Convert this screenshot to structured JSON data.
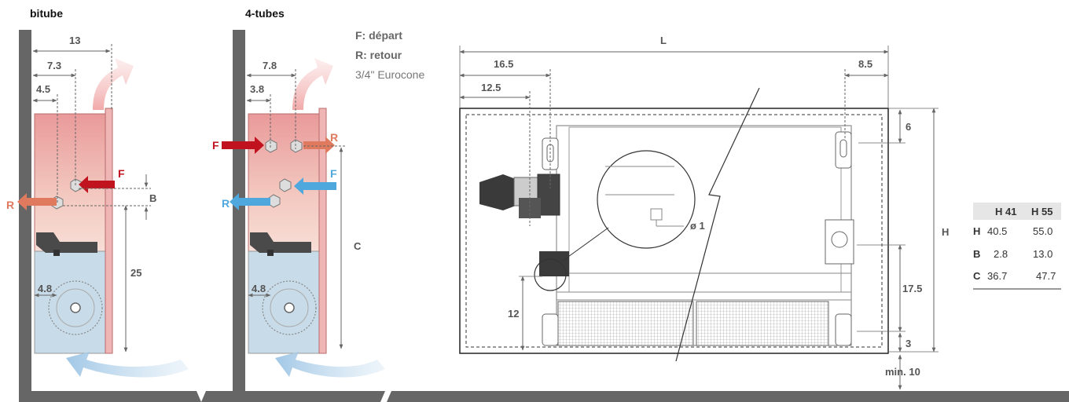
{
  "titles": {
    "bitube": "bitube",
    "four_tubes": "4-tubes"
  },
  "legend": {
    "f": "F: départ",
    "r": "R: retour",
    "conn": "3/4\" Eurocone"
  },
  "bitube": {
    "d13": "13",
    "d73": "7.3",
    "d45": "4.5",
    "B": "B",
    "d25": "25",
    "d48": "4.8",
    "F": "F",
    "R": "R"
  },
  "four": {
    "d78": "7.8",
    "d38": "3.8",
    "C": "C",
    "d48": "4.8",
    "F1": "F",
    "R1": "R",
    "F2": "F",
    "R2": "R"
  },
  "front": {
    "L": "L",
    "d165": "16.5",
    "d125": "12.5",
    "d85": "8.5",
    "d6": "6",
    "H": "H",
    "d175": "17.5",
    "d3": "3",
    "min10": "min. 10",
    "d12": "12",
    "phi": "ø 1"
  },
  "table": {
    "headers": [
      "",
      "H 41",
      "H 55"
    ],
    "rows": [
      {
        "label": "H",
        "v1": "40.5",
        "v2": "55.0"
      },
      {
        "label": "B",
        "v1": "2.8",
        "v2": "13.0"
      },
      {
        "label": "C",
        "v1": "36.7",
        "v2": "47.7"
      }
    ]
  },
  "colors": {
    "depart": "#c1121f",
    "retour": "#e07a5f",
    "cold": "#4ea8de",
    "wall": "#666666"
  }
}
